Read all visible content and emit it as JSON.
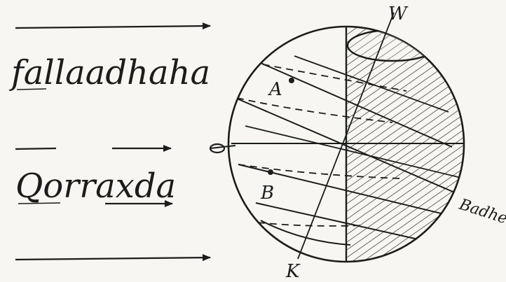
{
  "diagram": {
    "text_label_1": "fallaadhaha",
    "text_label_2": "Qorraxda",
    "point_a": "A",
    "point_b": "B",
    "label_w": "W",
    "label_k": "K",
    "label_badhe": "Badhe"
  },
  "colors": {
    "ink": "#1c1c1c",
    "paper": "#f7f6f2"
  }
}
